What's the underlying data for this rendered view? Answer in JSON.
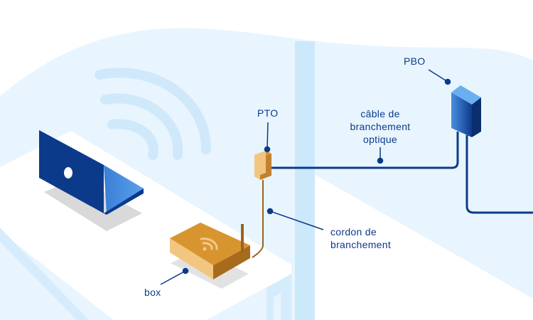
{
  "labels": {
    "pto": "PTO",
    "pbo": "PBO",
    "optical_cable": [
      "câble de",
      "branchement",
      "optique"
    ],
    "cord": [
      "cordon de",
      "branchement"
    ],
    "box": "box"
  },
  "colors": {
    "navy": "#0b3a8a",
    "wall": "#e8f5fe",
    "pillar": "#cce9fc",
    "orange": "#e0a04a",
    "cord": "#9a6420"
  }
}
